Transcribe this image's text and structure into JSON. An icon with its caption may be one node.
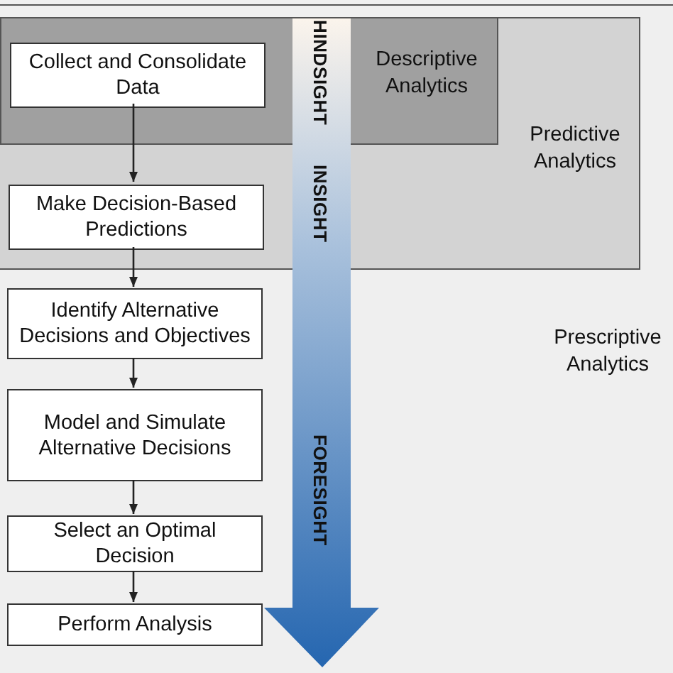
{
  "diagram": {
    "nodes": [
      {
        "text": [
          "Prescriptive Analytics"
        ]
      },
      {
        "text": [
          "Predictive Analytics"
        ],
        "in": 0
      },
      {
        "text": [
          "Descriptive Analytics"
        ],
        "in": 1
      },
      {
        "text": [
          "Collect and Consolidate Data"
        ],
        "in": 2
      },
      {
        "text": [
          "Make Decision-Based Predictions"
        ],
        "in": 1
      },
      {
        "text": [
          "Identify Alternative Decisions and Objectives"
        ],
        "in": 0
      },
      {
        "text": [
          "Model and Simulate Alternative Decisions"
        ],
        "in": 0
      },
      {
        "text": [
          "Select an Optimal Decision"
        ],
        "in": 0
      },
      {
        "text": [
          "Perform Analysis"
        ],
        "in": 0
      }
    ],
    "edges": [
      {
        "from": 3,
        "to": 4,
        "arrow": "to"
      },
      {
        "from": 4,
        "to": 5,
        "arrow": "to"
      },
      {
        "from": 5,
        "to": 6,
        "arrow": "to"
      },
      {
        "from": 6,
        "to": 7,
        "arrow": "to"
      },
      {
        "from": 7,
        "to": 8,
        "arrow": "to"
      }
    ],
    "labels": [
      "HINDSIGHT",
      "INSIGHT",
      "FORESIGHT"
    ]
  }
}
